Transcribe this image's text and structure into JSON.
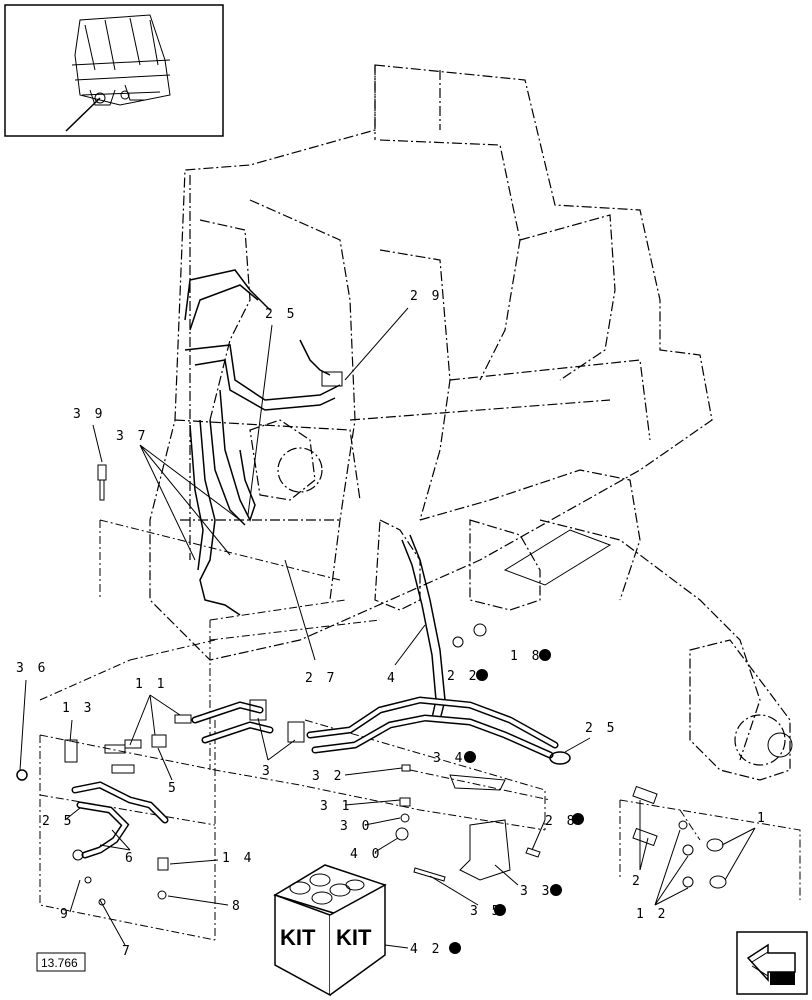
{
  "ref_box": "13.766",
  "kit_left": "KIT",
  "kit_right": "KIT",
  "kit_label": "4 2 =",
  "callouts": [
    {
      "id": "c39",
      "text": "3 9"
    },
    {
      "id": "c37",
      "text": "3 7"
    },
    {
      "id": "c25a",
      "text": "2 5"
    },
    {
      "id": "c29",
      "text": "2 9"
    },
    {
      "id": "c27",
      "text": "2 7"
    },
    {
      "id": "c4",
      "text": "4"
    },
    {
      "id": "c22",
      "text": "2 2"
    },
    {
      "id": "c18",
      "text": "1 8"
    },
    {
      "id": "c36",
      "text": "3 6"
    },
    {
      "id": "c13",
      "text": "1 3"
    },
    {
      "id": "c11",
      "text": "1 1"
    },
    {
      "id": "c5",
      "text": "5"
    },
    {
      "id": "c3",
      "text": "3"
    },
    {
      "id": "c25b",
      "text": "2 5"
    },
    {
      "id": "c34",
      "text": "3 4"
    },
    {
      "id": "c32",
      "text": "3 2"
    },
    {
      "id": "c31",
      "text": "3 1"
    },
    {
      "id": "c30",
      "text": "3 0"
    },
    {
      "id": "c40",
      "text": "4 0"
    },
    {
      "id": "c28",
      "text": "2 8"
    },
    {
      "id": "c25c",
      "text": "2 5"
    },
    {
      "id": "c6",
      "text": "6"
    },
    {
      "id": "c14",
      "text": "1 4"
    },
    {
      "id": "c8",
      "text": "8"
    },
    {
      "id": "c9",
      "text": "9"
    },
    {
      "id": "c7",
      "text": "7"
    },
    {
      "id": "c33",
      "text": "3 3"
    },
    {
      "id": "c35",
      "text": "3 5"
    },
    {
      "id": "c1",
      "text": "1"
    },
    {
      "id": "c2",
      "text": "2"
    },
    {
      "id": "c12",
      "text": "1 2"
    }
  ]
}
